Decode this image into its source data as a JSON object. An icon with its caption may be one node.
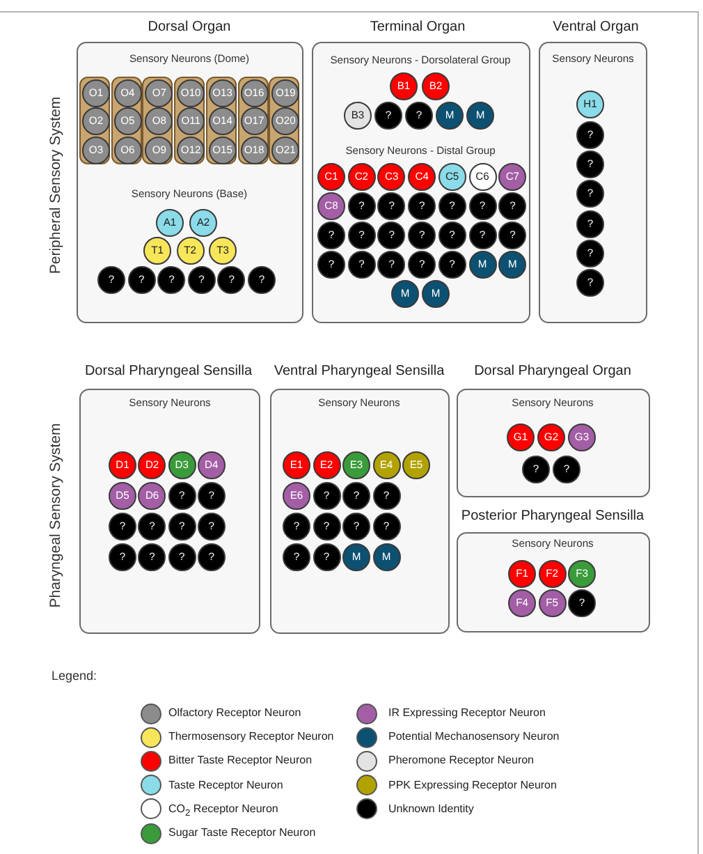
{
  "diagram": {
    "nodes": [
      {
        "text": [
          "Dorsal Organ",
          "Sensory Neurons (Dome)",
          "Sensory Neurons (Base)"
        ]
      },
      {
        "text": [],
        "shape": "bar",
        "in": 0
      },
      {
        "text": [
          "O1"
        ],
        "in": 1
      },
      {
        "text": [
          "O2"
        ],
        "in": 1
      },
      {
        "text": [
          "O3"
        ],
        "in": 1
      },
      {
        "text": [],
        "shape": "bar",
        "in": 0
      },
      {
        "text": [
          "O4"
        ],
        "in": 5
      },
      {
        "text": [
          "O5"
        ],
        "in": 5
      },
      {
        "text": [
          "O6"
        ],
        "in": 5
      },
      {
        "text": [],
        "shape": "bar",
        "in": 0
      },
      {
        "text": [
          "O7"
        ],
        "in": 9
      },
      {
        "text": [
          "O8"
        ],
        "in": 9
      },
      {
        "text": [
          "O9"
        ],
        "in": 9
      },
      {
        "text": [],
        "shape": "bar",
        "in": 0
      },
      {
        "text": [
          "O10"
        ],
        "in": 13
      },
      {
        "text": [
          "O11"
        ],
        "in": 13
      },
      {
        "text": [
          "O12"
        ],
        "in": 13
      },
      {
        "text": [],
        "shape": "bar",
        "in": 0
      },
      {
        "text": [
          "O13"
        ],
        "in": 17
      },
      {
        "text": [
          "O14"
        ],
        "in": 17
      },
      {
        "text": [
          "O15"
        ],
        "in": 17
      },
      {
        "text": [],
        "shape": "bar",
        "in": 0
      },
      {
        "text": [
          "O16"
        ],
        "in": 21
      },
      {
        "text": [
          "O17"
        ],
        "in": 21
      },
      {
        "text": [
          "O18"
        ],
        "in": 21
      },
      {
        "text": [],
        "shape": "bar",
        "in": 0
      },
      {
        "text": [
          "O19"
        ],
        "in": 25
      },
      {
        "text": [
          "O20"
        ],
        "in": 25
      },
      {
        "text": [
          "O21"
        ],
        "in": 25
      },
      {
        "text": [
          "A1"
        ],
        "in": 0
      },
      {
        "text": [
          "A2"
        ],
        "in": 0
      },
      {
        "text": [
          "T1"
        ],
        "in": 0
      },
      {
        "text": [
          "T2"
        ],
        "in": 0
      },
      {
        "text": [
          "T3"
        ],
        "in": 0
      },
      {
        "text": [
          "?"
        ],
        "in": 0
      },
      {
        "text": [
          "?"
        ],
        "in": 0
      },
      {
        "text": [
          "?"
        ],
        "in": 0
      },
      {
        "text": [
          "?"
        ],
        "in": 0
      },
      {
        "text": [
          "?"
        ],
        "in": 0
      },
      {
        "text": [
          "?"
        ],
        "in": 0
      },
      {
        "text": [
          "Terminal Organ",
          "Sensory Neurons - Dorsolateral Group",
          "Sensory Neurons - Distal Group"
        ]
      },
      {
        "text": [
          "B1"
        ],
        "in": 40
      },
      {
        "text": [
          "B2"
        ],
        "in": 40
      },
      {
        "text": [
          "B3"
        ],
        "in": 40
      },
      {
        "text": [
          "?"
        ],
        "in": 40
      },
      {
        "text": [
          "?"
        ],
        "in": 40
      },
      {
        "text": [
          "M"
        ],
        "in": 40
      },
      {
        "text": [
          "M"
        ],
        "in": 40
      },
      {
        "text": [
          "C1"
        ],
        "in": 40
      },
      {
        "text": [
          "C2"
        ],
        "in": 40
      },
      {
        "text": [
          "C3"
        ],
        "in": 40
      },
      {
        "text": [
          "C4"
        ],
        "in": 40
      },
      {
        "text": [
          "C5"
        ],
        "in": 40
      },
      {
        "text": [
          "C6"
        ],
        "in": 40
      },
      {
        "text": [
          "C7"
        ],
        "in": 40
      },
      {
        "text": [
          "C8"
        ],
        "in": 40
      },
      {
        "text": [
          "?"
        ],
        "in": 40
      },
      {
        "text": [
          "?"
        ],
        "in": 40
      },
      {
        "text": [
          "?"
        ],
        "in": 40
      },
      {
        "text": [
          "?"
        ],
        "in": 40
      },
      {
        "text": [
          "?"
        ],
        "in": 40
      },
      {
        "text": [
          "?"
        ],
        "in": 40
      },
      {
        "text": [
          "?"
        ],
        "in": 40
      },
      {
        "text": [
          "?"
        ],
        "in": 40
      },
      {
        "text": [
          "?"
        ],
        "in": 40
      },
      {
        "text": [
          "?"
        ],
        "in": 40
      },
      {
        "text": [
          "?"
        ],
        "in": 40
      },
      {
        "text": [
          "?"
        ],
        "in": 40
      },
      {
        "text": [
          "?"
        ],
        "in": 40
      },
      {
        "text": [
          "?"
        ],
        "in": 40
      },
      {
        "text": [
          "?"
        ],
        "in": 40
      },
      {
        "text": [
          "?"
        ],
        "in": 40
      },
      {
        "text": [
          "?"
        ],
        "in": 40
      },
      {
        "text": [
          "?"
        ],
        "in": 40
      },
      {
        "text": [
          "M"
        ],
        "in": 40
      },
      {
        "text": [
          "M"
        ],
        "in": 40
      },
      {
        "text": [
          "M"
        ],
        "in": 40
      },
      {
        "text": [
          "M"
        ],
        "in": 40
      },
      {
        "text": [
          "Ventral Organ",
          "Sensory Neurons"
        ]
      },
      {
        "text": [
          "H1"
        ],
        "in": 78
      },
      {
        "text": [
          "?"
        ],
        "in": 78
      },
      {
        "text": [
          "?"
        ],
        "in": 78
      },
      {
        "text": [
          "?"
        ],
        "in": 78
      },
      {
        "text": [
          "?"
        ],
        "in": 78
      },
      {
        "text": [
          "?"
        ],
        "in": 78
      },
      {
        "text": [
          "?"
        ],
        "in": 78
      },
      {
        "text": [
          "Dorsal Pharyngeal Sensilla",
          "Sensory Neurons"
        ]
      },
      {
        "text": [
          "D1"
        ],
        "in": 86
      },
      {
        "text": [
          "D2"
        ],
        "in": 86
      },
      {
        "text": [
          "D3"
        ],
        "in": 86
      },
      {
        "text": [
          "D4"
        ],
        "in": 86
      },
      {
        "text": [
          "D5"
        ],
        "in": 86
      },
      {
        "text": [
          "D6"
        ],
        "in": 86
      },
      {
        "text": [
          "?"
        ],
        "in": 86
      },
      {
        "text": [
          "?"
        ],
        "in": 86
      },
      {
        "text": [
          "?"
        ],
        "in": 86
      },
      {
        "text": [
          "?"
        ],
        "in": 86
      },
      {
        "text": [
          "?"
        ],
        "in": 86
      },
      {
        "text": [
          "?"
        ],
        "in": 86
      },
      {
        "text": [
          "?"
        ],
        "in": 86
      },
      {
        "text": [
          "?"
        ],
        "in": 86
      },
      {
        "text": [
          "?"
        ],
        "in": 86
      },
      {
        "text": [
          "?"
        ],
        "in": 86
      },
      {
        "text": [
          "Ventral Pharyngeal Sensilla",
          "Sensory Neurons"
        ]
      },
      {
        "text": [
          "E1"
        ],
        "in": 103
      },
      {
        "text": [
          "E2"
        ],
        "in": 103
      },
      {
        "text": [
          "E3"
        ],
        "in": 103
      },
      {
        "text": [
          "E4"
        ],
        "in": 103
      },
      {
        "text": [
          "E5"
        ],
        "in": 103
      },
      {
        "text": [
          "E6"
        ],
        "in": 103
      },
      {
        "text": [
          "?"
        ],
        "in": 103
      },
      {
        "text": [
          "?"
        ],
        "in": 103
      },
      {
        "text": [
          "?"
        ],
        "in": 103
      },
      {
        "text": [
          "?"
        ],
        "in": 103
      },
      {
        "text": [
          "?"
        ],
        "in": 103
      },
      {
        "text": [
          "?"
        ],
        "in": 103
      },
      {
        "text": [
          "?"
        ],
        "in": 103
      },
      {
        "text": [
          "?"
        ],
        "in": 103
      },
      {
        "text": [
          "?"
        ],
        "in": 103
      },
      {
        "text": [
          "M"
        ],
        "in": 103
      },
      {
        "text": [
          "M"
        ],
        "in": 103
      },
      {
        "text": [
          "Dorsal Pharyngeal Organ",
          "Sensory Neurons"
        ]
      },
      {
        "text": [
          "G1"
        ],
        "in": 121
      },
      {
        "text": [
          "G2"
        ],
        "in": 121
      },
      {
        "text": [
          "G3"
        ],
        "in": 121
      },
      {
        "text": [
          "?"
        ],
        "in": 121
      },
      {
        "text": [
          "?"
        ],
        "in": 121
      },
      {
        "text": [
          "Posterior Pharyngeal Sensilla",
          "Sensory Neurons"
        ]
      },
      {
        "text": [
          "F1"
        ],
        "in": 127
      },
      {
        "text": [
          "F2"
        ],
        "in": 127
      },
      {
        "text": [
          "F3"
        ],
        "in": 127
      },
      {
        "text": [
          "F4"
        ],
        "in": 127
      },
      {
        "text": [
          "F5"
        ],
        "in": 127
      },
      {
        "text": [
          "?"
        ],
        "in": 127
      }
    ],
    "labels": [
      "Peripheral Sensory System",
      "Pharyngeal Sensory System",
      "Legend:"
    ],
    "legend": [
      {
        "text": "Olfactory Receptor Neuron",
        "color": "#8c8c8c"
      },
      {
        "text": "Thermosensory Receptor Neuron",
        "color": "#f7e65a"
      },
      {
        "text": "Bitter Taste Receptor Neuron",
        "color": "#ff0000"
      },
      {
        "text": "Taste Receptor Neuron",
        "color": "#8bdbe8"
      },
      {
        "text": "CO$_{2}$ Receptor Neuron",
        "color": "#ffffff"
      },
      {
        "text": "Sugar Taste Receptor Neuron",
        "color": "#3a9b3a"
      },
      {
        "text": "IR Expressing Receptor Neuron",
        "color": "#a35ea6"
      },
      {
        "text": "Potential Mechanosensory Neuron",
        "color": "#0c5172"
      },
      {
        "text": "Pheromone Receptor Neuron",
        "color": "#e3e3e3"
      },
      {
        "text": "PPK Expressing Receptor Neuron",
        "color": "#b2a200"
      },
      {
        "text": "Unknown Identity",
        "color": "#000000"
      }
    ]
  }
}
